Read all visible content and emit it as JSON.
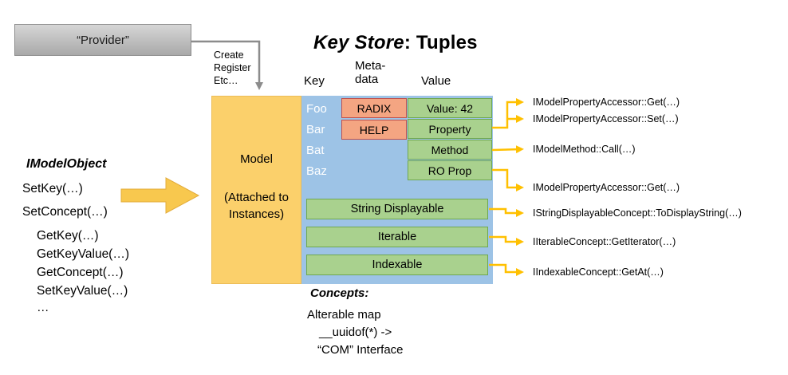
{
  "title": {
    "keystore": "Key Store",
    "tuples": ": Tuples"
  },
  "provider": {
    "label": "“Provider”"
  },
  "provider_arrow": {
    "lines": [
      "Create",
      "Register",
      "Etc…"
    ]
  },
  "columns": {
    "key": "Key",
    "meta_line1": "Meta-",
    "meta_line2": "data",
    "value": "Value"
  },
  "imodel": {
    "heading": "IModelObject",
    "methods": [
      "SetKey(…)",
      "SetConcept(…)",
      "GetKey(…)",
      "GetKeyValue(…)",
      "GetConcept(…)",
      "SetKeyValue(…)",
      "…"
    ]
  },
  "model_box": {
    "title": "Model",
    "subtitle": "(Attached to Instances)"
  },
  "store": {
    "keys": [
      "Foo",
      "Bar",
      "Bat",
      "Baz"
    ],
    "metadata": [
      "RADIX",
      "HELP"
    ],
    "values": [
      "Value: 42",
      "Property",
      "Method",
      "RO Prop"
    ],
    "concepts": [
      "String Displayable",
      "Iterable",
      "Indexable"
    ]
  },
  "annotations": [
    "IModelPropertyAccessor::Get(…)",
    "IModelPropertyAccessor::Set(…)",
    "IModelMethod::Call(…)",
    "IModelPropertyAccessor::Get(…)",
    "IStringDisplayableConcept::ToDisplayString(…)",
    "IIterableConcept::GetIterator(…)",
    "IIndexableConcept::GetAt(…)"
  ],
  "footer": {
    "heading": "Concepts:",
    "lines": [
      "Alterable map",
      "__uuidof(*) ->",
      "“COM” Interface"
    ]
  },
  "colors": {
    "model_fill": "#FBD06B",
    "store_fill": "#9DC3E6",
    "meta_fill": "#F4A582",
    "meta_border": "#C0504D",
    "value_fill": "#A9D18E",
    "value_border": "#6FA84F",
    "arrow_gold": "#FFC000",
    "provider_fill": "#BFBFBF",
    "connector_gray": "#8C8C8C"
  }
}
